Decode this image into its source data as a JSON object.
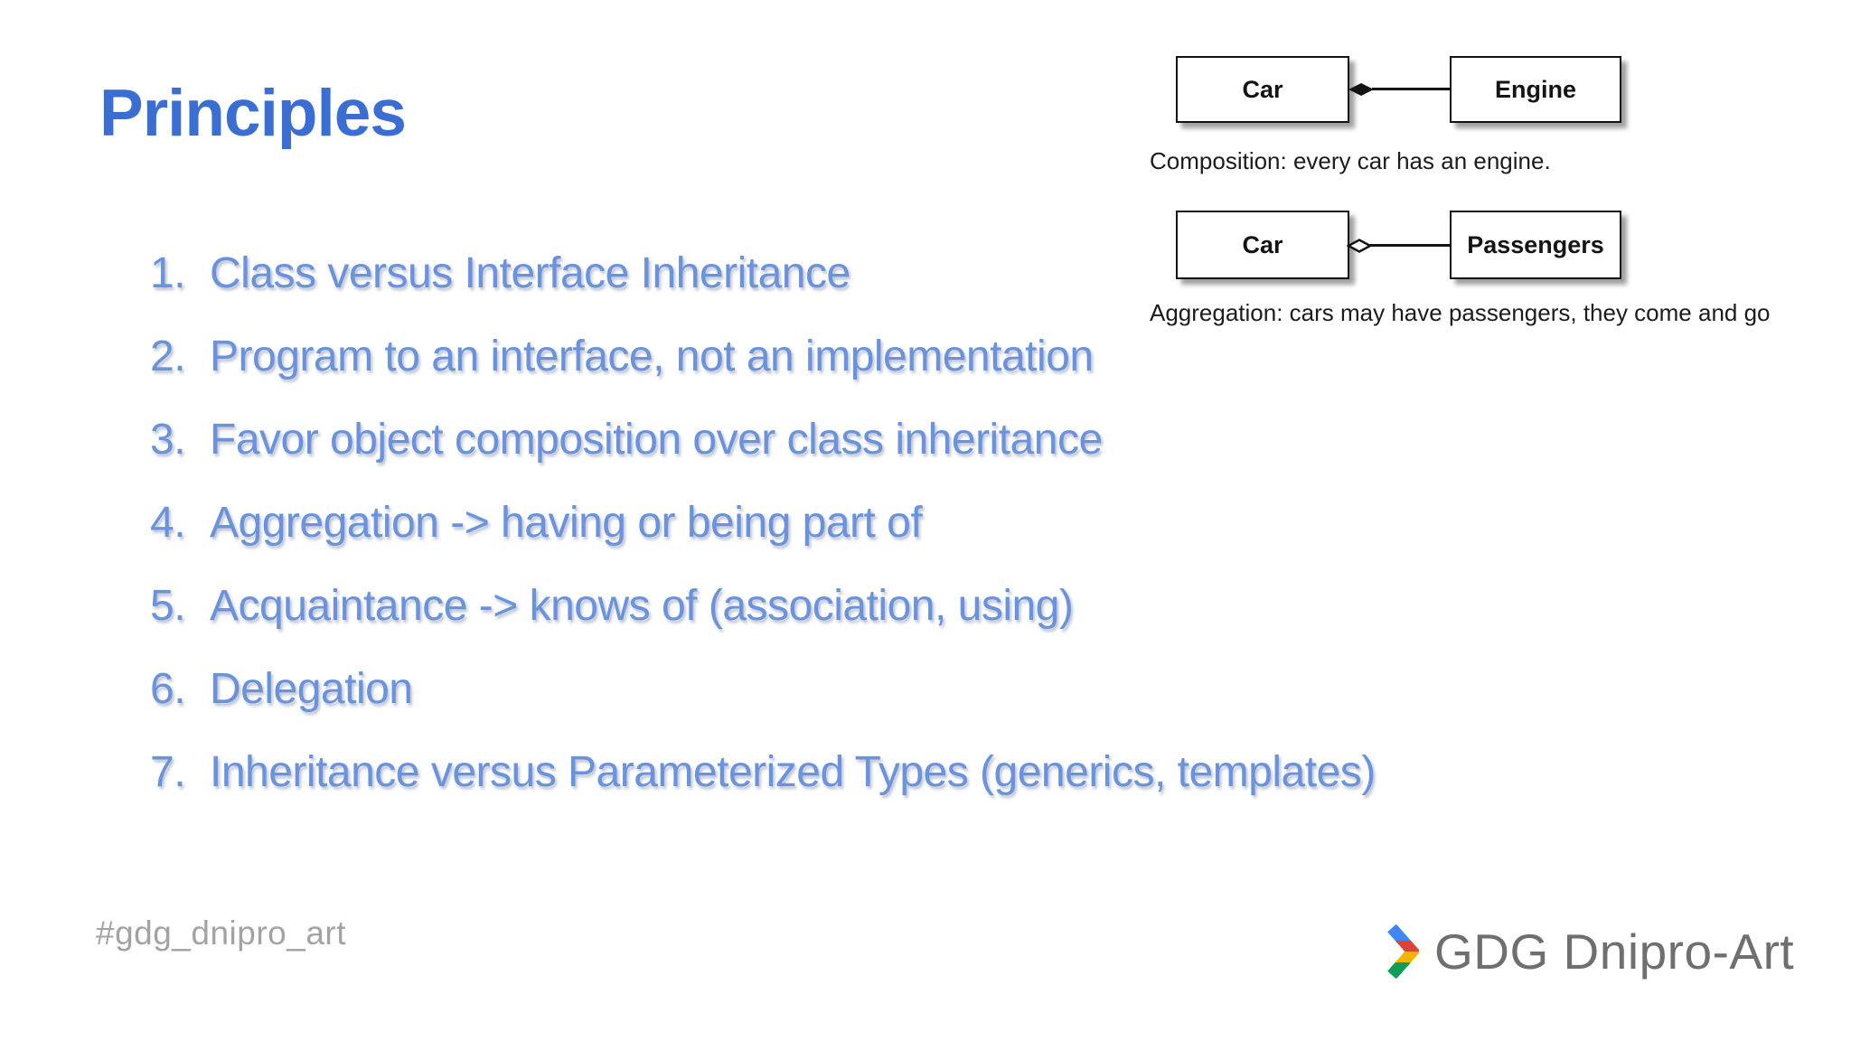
{
  "slide": {
    "background": "#ffffff",
    "title": "Principles",
    "title_color": "#3b6ed3",
    "list_color": "#6b92dc",
    "principles": [
      {
        "num": "1.",
        "text": "Class versus Interface Inheritance"
      },
      {
        "num": "2.",
        "text": "Program to an interface, not an implementation"
      },
      {
        "num": "3.",
        "text": "Favor object composition over class inheritance"
      },
      {
        "num": "4.",
        "text": "Aggregation -> having or being part of"
      },
      {
        "num": "5.",
        "text": "Acquaintance -> knows of (association, using)"
      },
      {
        "num": "6.",
        "text": "Delegation"
      },
      {
        "num": "7.",
        "text": "Inheritance versus Parameterized Types (generics, templates)"
      }
    ],
    "diagrams": [
      {
        "left_box": "Car",
        "right_box": "Engine",
        "relation": "composition",
        "diamond_icon": "filled-diamond-icon",
        "caption": "Composition: every car has an engine."
      },
      {
        "left_box": "Car",
        "right_box": "Passengers",
        "relation": "aggregation",
        "diamond_icon": "open-diamond-icon",
        "caption": "Aggregation: cars may have passengers, they come and go"
      }
    ],
    "footer": {
      "hashtag": "#gdg_dnipro_art",
      "hashtag_color": "#a3a3a3",
      "logo_text": "GDG Dnipro-Art",
      "logo_text_color": "#6f6f6f",
      "logo_colors": {
        "blue": "#4285F4",
        "red": "#DB4437",
        "yellow": "#F4B400",
        "green": "#0F9D58"
      }
    }
  }
}
